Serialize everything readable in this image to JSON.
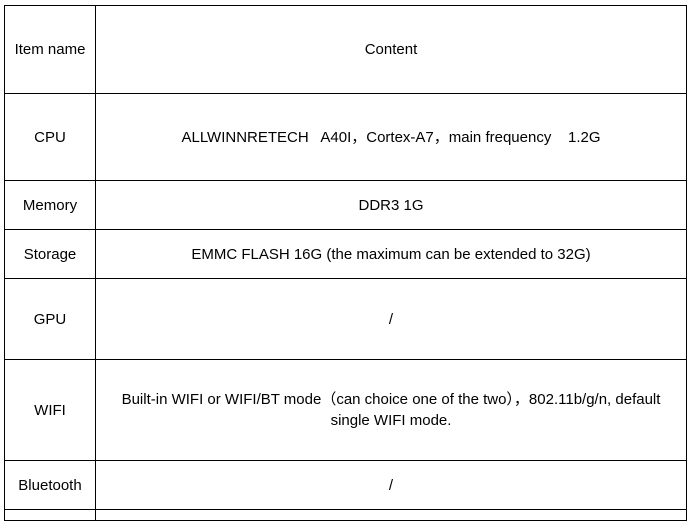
{
  "table": {
    "header": {
      "item_name": "Item name",
      "content": "Content"
    },
    "rows": [
      {
        "item": "CPU",
        "content": "ALLWINNRETECH   A40I，Cortex-A7，main frequency    1.2G"
      },
      {
        "item": "Memory",
        "content": "DDR3 1G"
      },
      {
        "item": "Storage",
        "content": "EMMC FLASH 16G (the maximum can be extended to 32G)"
      },
      {
        "item": "GPU",
        "content": "/"
      },
      {
        "item": "WIFI",
        "content": "Built-in WIFI or WIFI/BT mode（can choice one of the two），802.11b/g/n, default single WIFI mode."
      },
      {
        "item": "Bluetooth",
        "content": "/"
      }
    ]
  }
}
